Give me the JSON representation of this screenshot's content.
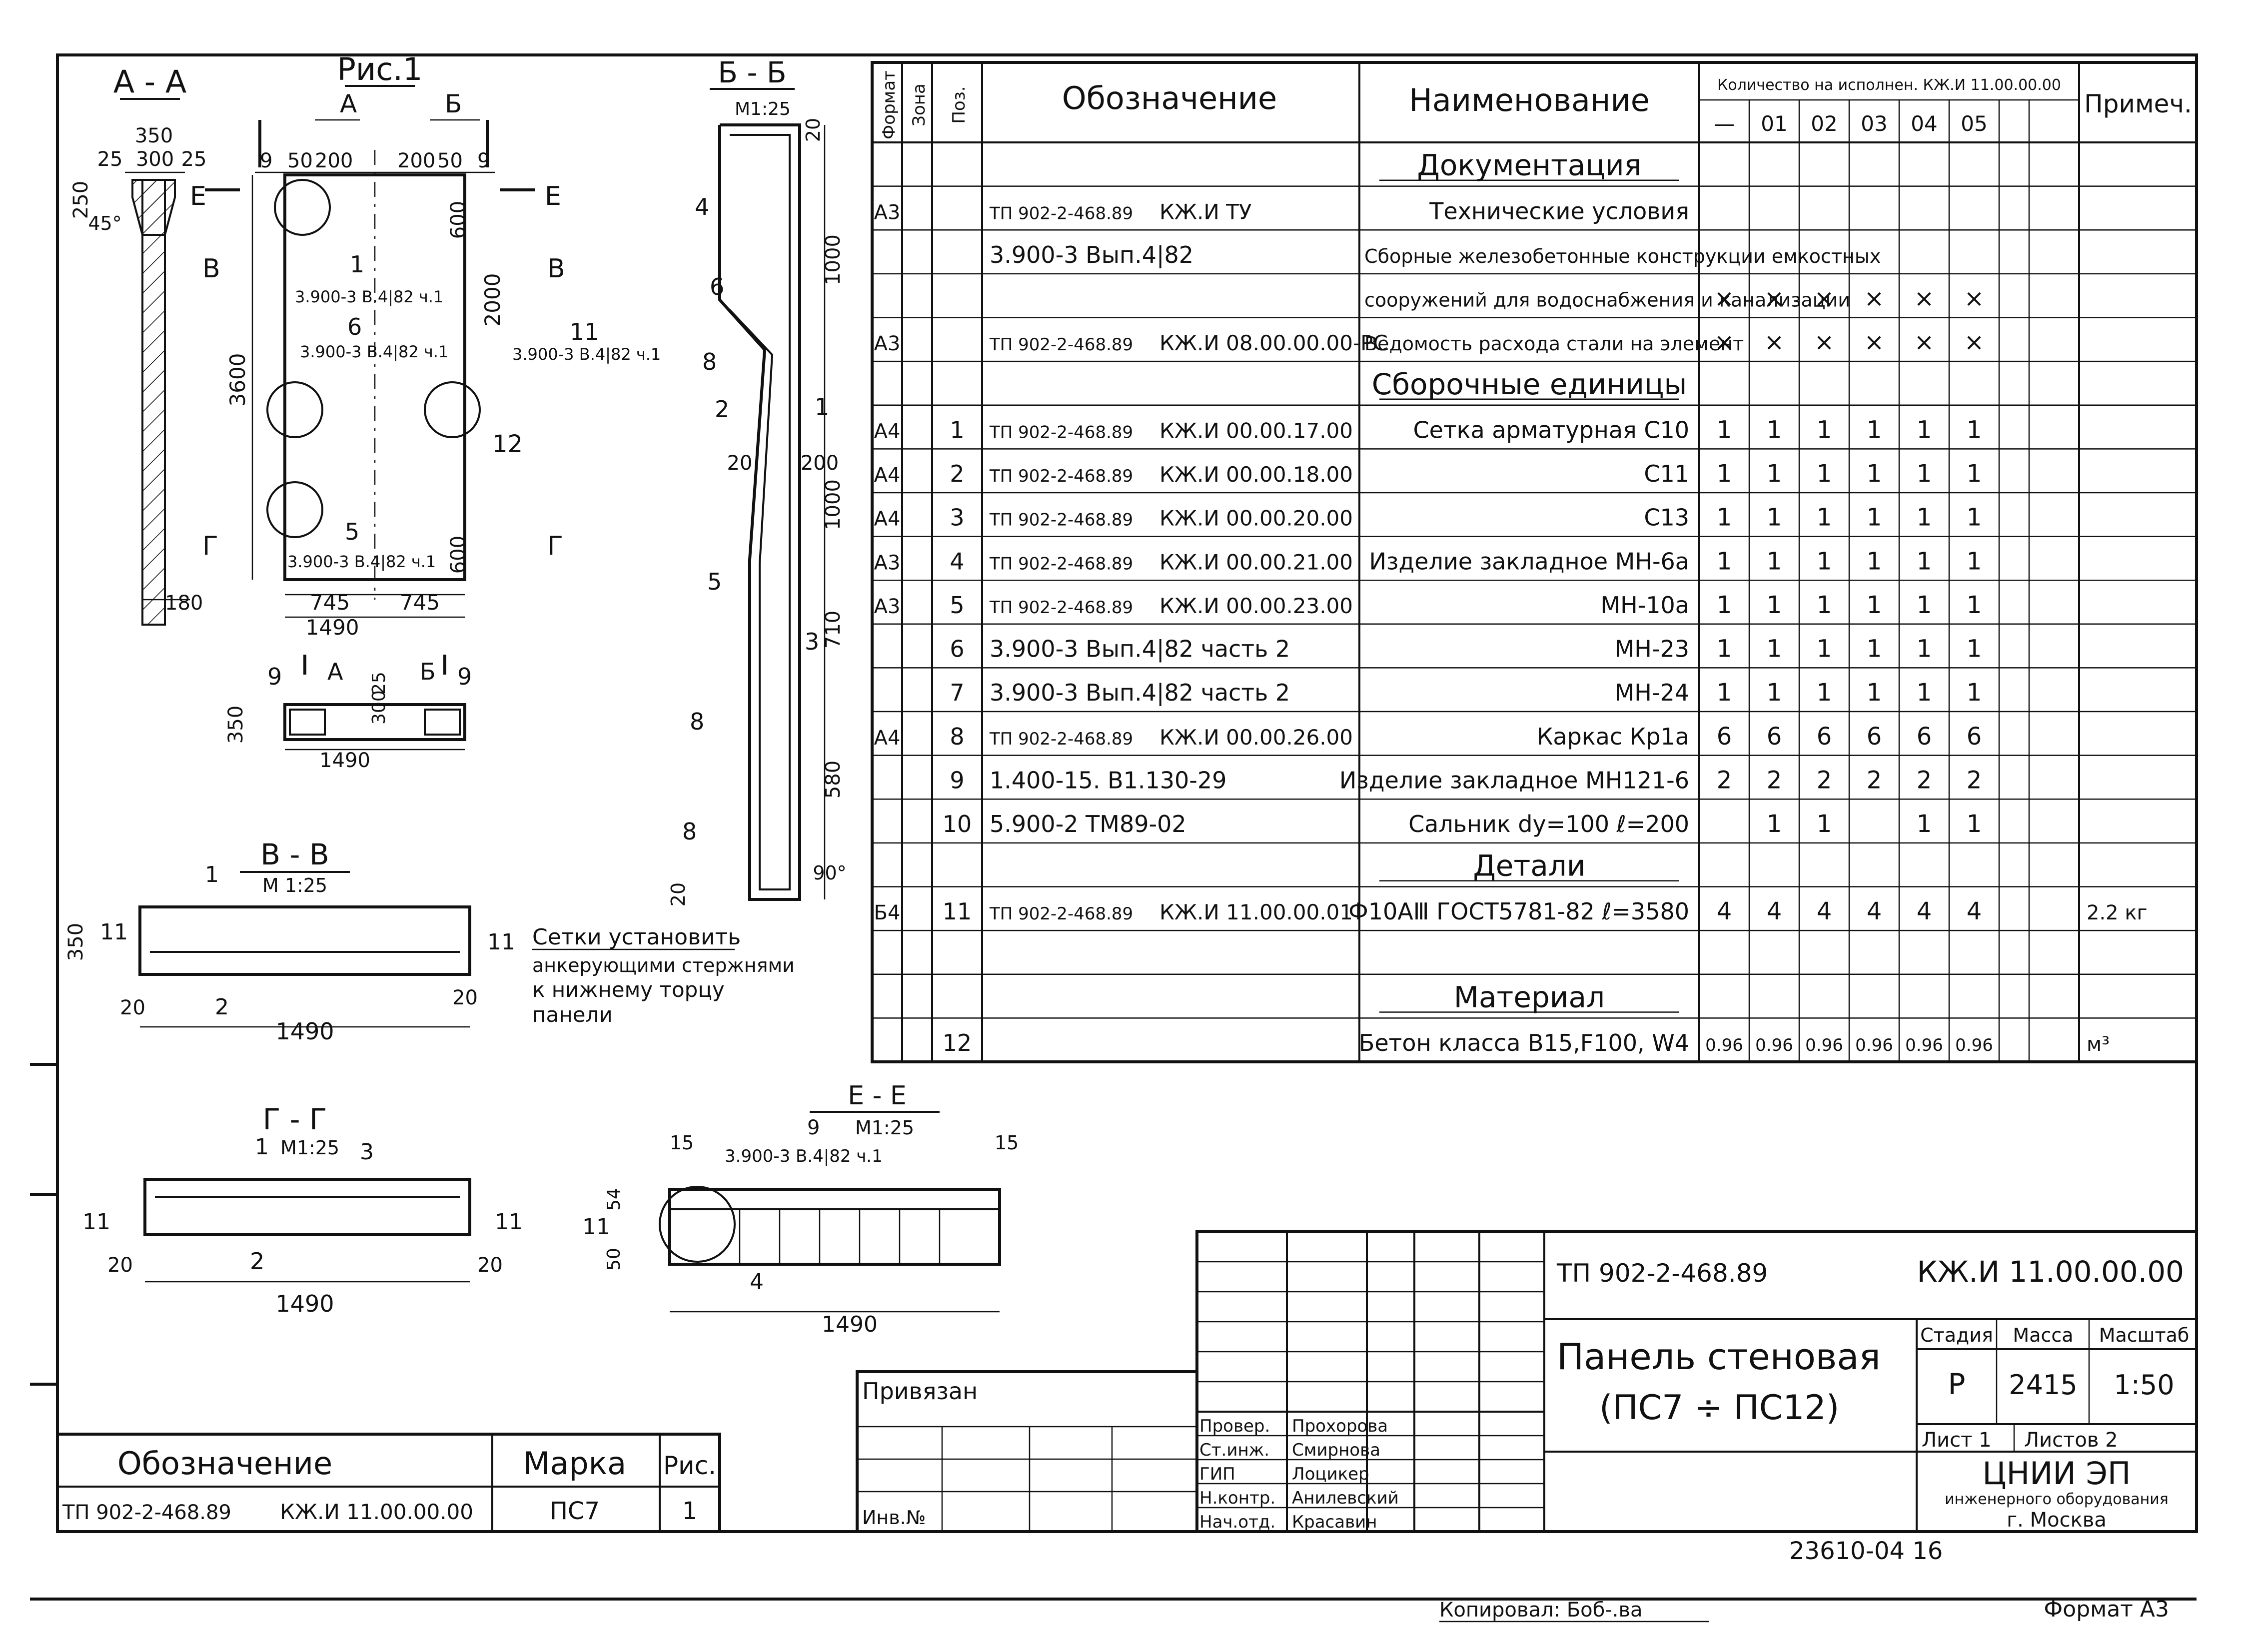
{
  "drawing": {
    "fig_label": "Рис.1",
    "sec_aa": "А - А",
    "sec_bb": "Б - Б",
    "sec_vv": "В - В",
    "sec_gg": "Г - Г",
    "sec_ee": "Е - Е",
    "scale_bb": "М1:25",
    "scale_vv": "М 1:25",
    "scale_gg": "М1:25",
    "scale_ee": "М1:25",
    "cut_a": "А",
    "cut_b": "Б",
    "cut_v": "В",
    "cut_g": "Г",
    "cut_e": "Е",
    "note_lines": [
      "Сетки установить",
      "анкерующими стержнями",
      "к нижнему торцу",
      "панели"
    ],
    "ref_main": "3.900-3 В.4|82 ч.1",
    "dims_aa": {
      "d350": "350",
      "d25": "25",
      "d300": "300",
      "d250": "250",
      "d45": "45°",
      "d180": "180"
    },
    "dims_front": {
      "d9": "9",
      "d50": "50",
      "d200": "200",
      "d3600": "3600",
      "d2000": "2000",
      "d600a": "600",
      "d600b": "600",
      "d745a": "745",
      "d745b": "745",
      "d1490": "1490"
    },
    "dims_bb": {
      "d20a": "20",
      "d1000a": "1000",
      "d20b": "20",
      "d200": "200",
      "d1000b": "1000",
      "d710": "710",
      "d580": "580",
      "d20c": "20",
      "d90": "90°"
    },
    "dims_vv": {
      "d350": "350",
      "d20a": "20",
      "d20b": "20",
      "d1490": "1490"
    },
    "dims_plan": {
      "d350": "350",
      "d25": "25",
      "d300": "300",
      "d1490": "1490"
    },
    "dims_gg": {
      "d20a": "20",
      "d20b": "20",
      "d1490": "1490"
    },
    "dims_ee": {
      "d15a": "15",
      "d15b": "15",
      "d54": "54",
      "d50": "50",
      "d1490": "1490"
    },
    "pos_labels": [
      "1",
      "2",
      "3",
      "4",
      "5",
      "6",
      "8",
      "9",
      "11",
      "12"
    ]
  },
  "spec": {
    "headers": {
      "format": "Формат",
      "zone": "Зона",
      "pos": "Поз.",
      "designation": "Обозначение",
      "name": "Наименование",
      "qty": "Количество на исполнен. КЖ.И 11.00.00.00",
      "note": "Примеч."
    },
    "qty_cols": [
      "—",
      "01",
      "02",
      "03",
      "04",
      "05"
    ],
    "rows": [
      {
        "section": "Документация"
      },
      {
        "fmt": "А3",
        "pos": "",
        "des1": "ТП 902-2-468.89",
        "des2": "КЖ.И ТУ",
        "name": "Технические условия",
        "q": [
          "",
          "",
          "",
          "",
          "",
          ""
        ],
        "note": ""
      },
      {
        "fmt": "",
        "pos": "",
        "des1": "3.900-3 Вып.4|82",
        "des2": "",
        "name": "Сборные железобетонные конструкции емкостных",
        "q": [
          "",
          "",
          "",
          "",
          "",
          ""
        ],
        "note": ""
      },
      {
        "fmt": "",
        "pos": "",
        "des1": "",
        "des2": "",
        "name": "сооружений для водоснабжения и канализации",
        "q": [
          "×",
          "×",
          "×",
          "×",
          "×",
          "×"
        ],
        "note": ""
      },
      {
        "fmt": "А3",
        "pos": "",
        "des1": "ТП 902-2-468.89",
        "des2": "КЖ.И 08.00.00.00-РС",
        "name": "Ведомость расхода стали на элемент",
        "q": [
          "×",
          "×",
          "×",
          "×",
          "×",
          "×"
        ],
        "note": ""
      },
      {
        "section": "Сборочные единицы"
      },
      {
        "fmt": "А4",
        "pos": "1",
        "des1": "ТП 902-2-468.89",
        "des2": "КЖ.И 00.00.17.00",
        "name": "Сетка арматурная С10",
        "q": [
          "1",
          "1",
          "1",
          "1",
          "1",
          "1"
        ],
        "note": ""
      },
      {
        "fmt": "А4",
        "pos": "2",
        "des1": "ТП 902-2-468.89",
        "des2": "КЖ.И 00.00.18.00",
        "name": "С11",
        "q": [
          "1",
          "1",
          "1",
          "1",
          "1",
          "1"
        ],
        "note": ""
      },
      {
        "fmt": "А4",
        "pos": "3",
        "des1": "ТП 902-2-468.89",
        "des2": "КЖ.И 00.00.20.00",
        "name": "С13",
        "q": [
          "1",
          "1",
          "1",
          "1",
          "1",
          "1"
        ],
        "note": ""
      },
      {
        "fmt": "А3",
        "pos": "4",
        "des1": "ТП 902-2-468.89",
        "des2": "КЖ.И 00.00.21.00",
        "name": "Изделие закладное МН-6а",
        "q": [
          "1",
          "1",
          "1",
          "1",
          "1",
          "1"
        ],
        "note": ""
      },
      {
        "fmt": "А3",
        "pos": "5",
        "des1": "ТП 902-2-468.89",
        "des2": "КЖ.И 00.00.23.00",
        "name": "МН-10а",
        "q": [
          "1",
          "1",
          "1",
          "1",
          "1",
          "1"
        ],
        "note": ""
      },
      {
        "fmt": "",
        "pos": "6",
        "des1": "3.900-3 Вып.4|82 часть 2",
        "des2": "",
        "name": "МН-23",
        "q": [
          "1",
          "1",
          "1",
          "1",
          "1",
          "1"
        ],
        "note": ""
      },
      {
        "fmt": "",
        "pos": "7",
        "des1": "3.900-3 Вып.4|82 часть 2",
        "des2": "",
        "name": "МН-24",
        "q": [
          "1",
          "1",
          "1",
          "1",
          "1",
          "1"
        ],
        "note": ""
      },
      {
        "fmt": "А4",
        "pos": "8",
        "des1": "ТП 902-2-468.89",
        "des2": "КЖ.И 00.00.26.00",
        "name": "Каркас Кр1а",
        "q": [
          "6",
          "6",
          "6",
          "6",
          "6",
          "6"
        ],
        "note": ""
      },
      {
        "fmt": "",
        "pos": "9",
        "des1": "1.400-15. В1.130-29",
        "des2": "",
        "name": "Изделие закладное МН121-6",
        "q": [
          "2",
          "2",
          "2",
          "2",
          "2",
          "2"
        ],
        "note": ""
      },
      {
        "fmt": "",
        "pos": "10",
        "des1": "5.900-2 ТМ89-02",
        "des2": "",
        "name": "Сальник dу=100 ℓ=200",
        "q": [
          "",
          "1",
          "1",
          "",
          "1",
          "1"
        ],
        "note": ""
      },
      {
        "section": "Детали"
      },
      {
        "fmt": "Б4",
        "pos": "11",
        "des1": "ТП 902-2-468.89",
        "des2": "КЖ.И 11.00.00.01",
        "name": "Ф10АⅢ ГОСТ5781-82 ℓ=3580",
        "q": [
          "4",
          "4",
          "4",
          "4",
          "4",
          "4"
        ],
        "note": "2.2 кг"
      },
      {
        "fmt": "",
        "pos": "",
        "des1": "",
        "des2": "",
        "name": "",
        "q": [
          "",
          "",
          "",
          "",
          "",
          ""
        ],
        "note": ""
      },
      {
        "section": "Материал"
      },
      {
        "fmt": "",
        "pos": "12",
        "des1": "",
        "des2": "",
        "name": "Бетон класса В15,F100, W4",
        "q": [
          "0.96",
          "0.96",
          "0.96",
          "0.96",
          "0.96",
          "0.96"
        ],
        "note": "м³"
      }
    ]
  },
  "title_block": {
    "project": "ТП 902-2-468.89",
    "code": "КЖ.И 11.00.00.00",
    "title1": "Панель стеновая",
    "title2": "(ПС7 ÷ ПС12)",
    "stage_label": "Стадия",
    "mass_label": "Масса",
    "scale_label": "Масштаб",
    "stage": "Р",
    "mass": "2415",
    "scale": "1:50",
    "sheet": "Лист 1",
    "sheets": "Листов 2",
    "org": "ЦНИИ ЭП",
    "org2": "инженерного оборудования",
    "city": "г. Москва",
    "roles": [
      {
        "role": "Провер.",
        "name": "Прохорова"
      },
      {
        "role": "Ст.инж.",
        "name": "Смирнова"
      },
      {
        "role": "ГИП",
        "name": "Лоцикер"
      },
      {
        "role": "Н.контр.",
        "name": "Анилевский"
      },
      {
        "role": "Нач.отд.",
        "name": "Красавин"
      }
    ],
    "privyazan": "Привязан",
    "inv": "Инв.№"
  },
  "marks_table": {
    "h_des": "Обозначение",
    "h_mark": "Марка",
    "h_fig": "Рис.",
    "des1": "ТП 902-2-468.89",
    "des2": "КЖ.И 11.00.00.00",
    "mark": "ПС7",
    "fig": "1"
  },
  "footer": {
    "number": "23610-04 16",
    "copied": "Копировал: Боб-.ва",
    "format": "Формат А3"
  }
}
